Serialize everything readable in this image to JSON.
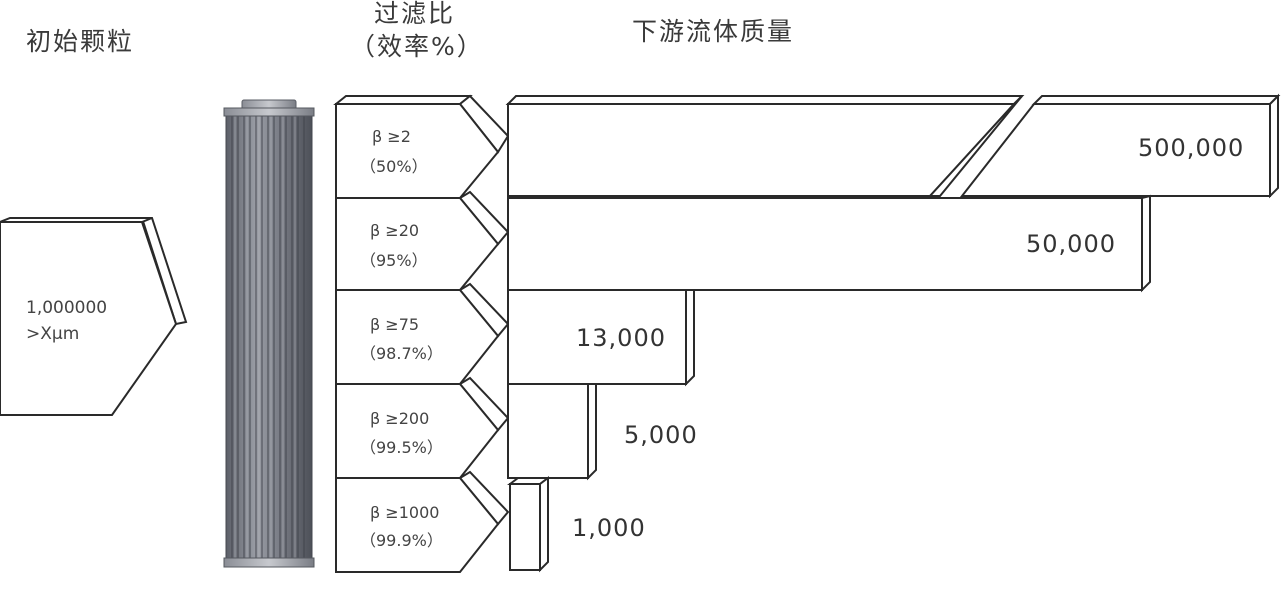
{
  "headers": {
    "initial_particles": "初始颗粒",
    "filtration_ratio_line1": "过滤比",
    "filtration_ratio_line2": "（效率%）",
    "downstream_quality": "下游流体质量"
  },
  "initial_block": {
    "count": "1,000000",
    "size": ">Xμm"
  },
  "beta_levels": [
    {
      "ratio": "β ≥2",
      "efficiency": "（50%）",
      "downstream": "500,000"
    },
    {
      "ratio": "β ≥20",
      "efficiency": "（95%）",
      "downstream": "50,000"
    },
    {
      "ratio": "β ≥75",
      "efficiency": "（98.7%）",
      "downstream": "13,000"
    },
    {
      "ratio": "β ≥200",
      "efficiency": "（99.5%）",
      "downstream": "5,000"
    },
    {
      "ratio": "β ≥1000",
      "efficiency": "（99.9%）",
      "downstream": "1,000"
    }
  ],
  "colors": {
    "outline": "#2a2a2a",
    "filter_body": "#7a7d86",
    "filter_dark": "#4a4d56",
    "filter_light": "#b4b7be"
  }
}
